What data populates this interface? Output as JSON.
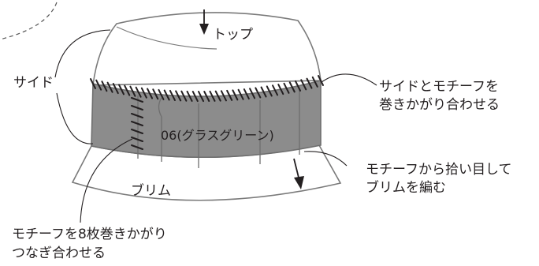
{
  "labels": {
    "top": "トップ",
    "side": "サイド",
    "motif_color": "06(グラスグリーン)",
    "brim": "ブリム",
    "callout_side_motif": [
      "サイドとモチーフを",
      "巻きかがり合わせる"
    ],
    "callout_brim": [
      "モチーフから拾い目して",
      "ブリムを編む"
    ],
    "callout_join": [
      "モチーフを8枚巻きかがり",
      "つなぎ合わせる"
    ]
  },
  "colors": {
    "band": "#8c8c8c",
    "outline": "#6e6e6e",
    "stitch": "#231f20",
    "text": "#231f20"
  }
}
